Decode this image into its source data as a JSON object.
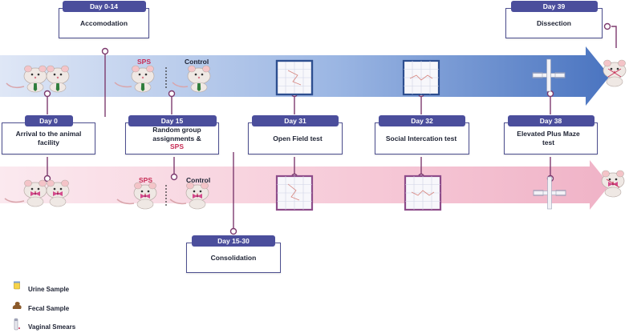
{
  "timeline_top": [
    {
      "day": "Day 0-14",
      "text": "Accomodation"
    },
    {
      "day": "Day 39",
      "text": "Dissection"
    }
  ],
  "timeline_middle": [
    {
      "day": "Day 0",
      "text": "Arrival to the animal facility"
    },
    {
      "day": "Day 15",
      "text": "Random group assignments & ",
      "highlight": "SPS"
    },
    {
      "day": "Day 31",
      "text": "Open Field test"
    },
    {
      "day": "Day 32",
      "text": "Social Intercation test"
    },
    {
      "day": "Day 38",
      "text": "Elevated Plus Maze test"
    }
  ],
  "timeline_bottom": [
    {
      "day": "Day 15-30",
      "text": "Consolidation"
    }
  ],
  "groups": {
    "male": {
      "sps": "SPS",
      "control": "Control"
    },
    "female": {
      "sps": "SPS",
      "control": "Control"
    }
  },
  "legend": [
    {
      "icon": "urine-cup-icon",
      "label": "Urine Sample"
    },
    {
      "icon": "fecal-icon",
      "label": "Fecal Sample"
    },
    {
      "icon": "vaginal-swab-icon",
      "label": "Vaginal Smears"
    }
  ],
  "colors": {
    "header": "#4b4e9c",
    "male_band": "#4f7cc4",
    "female_band": "#f1b0c6",
    "sps": "#c72d56",
    "connector": "#7d3a6e"
  }
}
